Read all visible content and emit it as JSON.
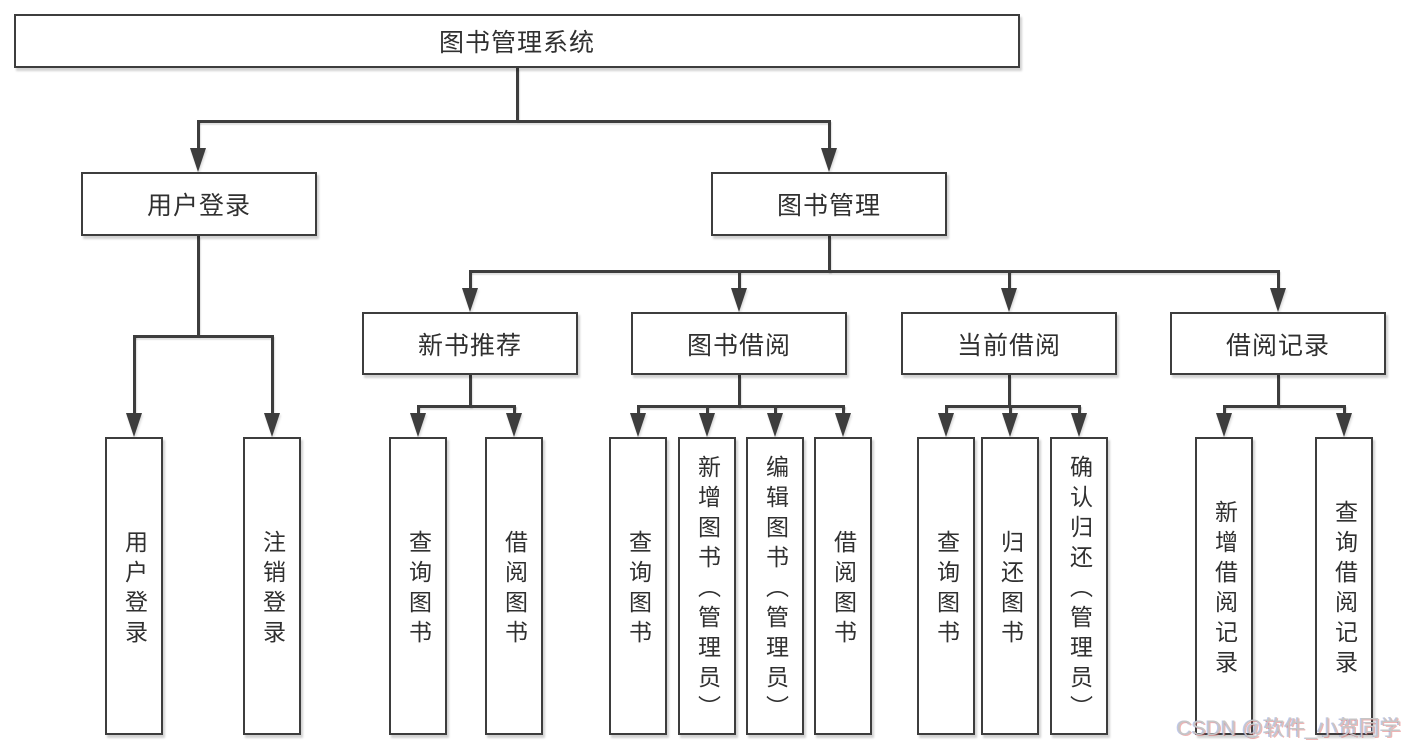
{
  "colors": {
    "line": "#3d3d3d",
    "box_border": "#3d3d3d",
    "box_fill": "#ffffff",
    "text": "#303030",
    "background": "#ffffff",
    "watermark": "#c6c6c6"
  },
  "watermark": {
    "text": "CSDN @软件_小贺同学"
  },
  "diagram": {
    "type": "tree",
    "root": {
      "label": "图书管理系统"
    },
    "level2": [
      {
        "label": "用户登录"
      },
      {
        "label": "图书管理"
      }
    ],
    "level3": [
      {
        "label": "新书推荐",
        "parent": "图书管理"
      },
      {
        "label": "图书借阅",
        "parent": "图书管理"
      },
      {
        "label": "当前借阅",
        "parent": "图书管理"
      },
      {
        "label": "借阅记录",
        "parent": "图书管理"
      }
    ],
    "leaves": [
      {
        "label": "用户登录",
        "parent": "用户登录"
      },
      {
        "label": "注销登录",
        "parent": "用户登录"
      },
      {
        "label": "查询图书",
        "parent": "新书推荐"
      },
      {
        "label": "借阅图书",
        "parent": "新书推荐"
      },
      {
        "label": "查询图书",
        "parent": "图书借阅"
      },
      {
        "label": "新增图书（管理员）",
        "parent": "图书借阅"
      },
      {
        "label": "编辑图书（管理员）",
        "parent": "图书借阅"
      },
      {
        "label": "借阅图书",
        "parent": "图书借阅"
      },
      {
        "label": "查询图书",
        "parent": "当前借阅"
      },
      {
        "label": "归还图书",
        "parent": "当前借阅"
      },
      {
        "label": "确认归还（管理员）",
        "parent": "当前借阅"
      },
      {
        "label": "新增借阅记录",
        "parent": "借阅记录"
      },
      {
        "label": "查询借阅记录",
        "parent": "借阅记录"
      }
    ]
  }
}
